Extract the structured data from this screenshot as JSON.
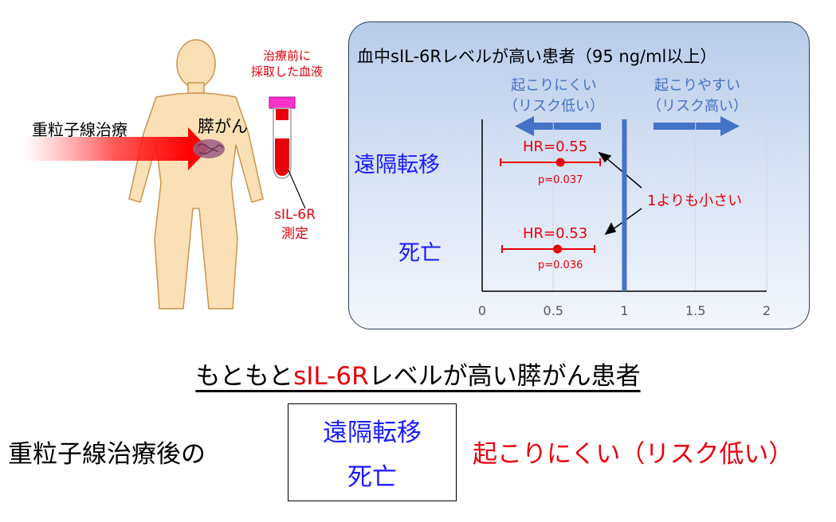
{
  "illustration": {
    "therapy_label": "重粒子線治療",
    "cancer_label": "膵がん",
    "blood_label_line1": "治療前に",
    "blood_label_line2": "採取した血液",
    "measure_label_line1": "sIL-6R",
    "measure_label_line2": "測定"
  },
  "colors": {
    "red": "#e8000b",
    "blue_text": "#1a1aff",
    "arrow_blue": "#4472c4",
    "panel_gradient_top": "#b8cbea",
    "skin": "#fbe0b6"
  },
  "chart_data": {
    "type": "forest",
    "title": "血中sIL-6Rレベルが高い患者（95 ng/ml以上）",
    "xlim": [
      0,
      2
    ],
    "x_ticks": [
      "0",
      "0.5",
      "1",
      "1.5",
      "2"
    ],
    "reference_line": 1,
    "direction_left": {
      "line1": "起こりにくい",
      "line2": "（リスク低い）"
    },
    "direction_right": {
      "line1": "起こりやすい",
      "line2": "（リスク高い）"
    },
    "annotation": "1よりも小さい",
    "rows": [
      {
        "label": "遠隔転移",
        "hr": 0.55,
        "ci_low": 0.13,
        "ci_high": 0.83,
        "hr_label": "HR=0.55",
        "p_label": "p=0.037"
      },
      {
        "label": "死亡",
        "hr": 0.53,
        "ci_low": 0.14,
        "ci_high": 0.79,
        "hr_label": "HR=0.53",
        "p_label": "p=0.036"
      }
    ]
  },
  "summary": {
    "line1_prefix": "もともと",
    "line1_highlight": "sIL-6R",
    "line1_suffix": "レベルが高い膵がん患者",
    "after_text": "重粒子線治療後の",
    "outcome1": "遠隔転移",
    "outcome2": "死亡",
    "conclusion": "起こりにくい（リスク低い）"
  }
}
